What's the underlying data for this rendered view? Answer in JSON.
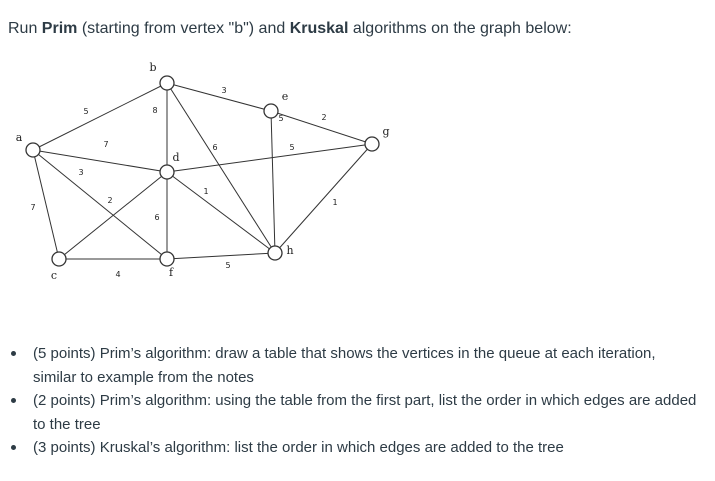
{
  "question": {
    "p1": "Run ",
    "b1": "Prim",
    "p2": " (starting from vertex \"b\") and ",
    "b2": "Kruskal",
    "p3": " algorithms on the graph below:"
  },
  "graph": {
    "vertices": [
      {
        "id": "a",
        "label": "a"
      },
      {
        "id": "b",
        "label": "b"
      },
      {
        "id": "c",
        "label": "c"
      },
      {
        "id": "d",
        "label": "d"
      },
      {
        "id": "e",
        "label": "e"
      },
      {
        "id": "f",
        "label": "f"
      },
      {
        "id": "g",
        "label": "g"
      },
      {
        "id": "h",
        "label": "h"
      }
    ],
    "edges": [
      {
        "from": "a",
        "to": "b",
        "weight": "5"
      },
      {
        "from": "a",
        "to": "d",
        "weight": "7"
      },
      {
        "from": "a",
        "to": "c",
        "weight": "7"
      },
      {
        "from": "a",
        "to": "f",
        "weight": "3"
      },
      {
        "from": "b",
        "to": "d",
        "weight": "8"
      },
      {
        "from": "b",
        "to": "e",
        "weight": "3"
      },
      {
        "from": "b",
        "to": "h",
        "weight": "6"
      },
      {
        "from": "c",
        "to": "d",
        "weight": "2"
      },
      {
        "from": "c",
        "to": "f",
        "weight": "4"
      },
      {
        "from": "d",
        "to": "f",
        "weight": "6"
      },
      {
        "from": "d",
        "to": "g",
        "weight": "5"
      },
      {
        "from": "d",
        "to": "h",
        "weight": "1"
      },
      {
        "from": "e",
        "to": "g",
        "weight": "2"
      },
      {
        "from": "e",
        "to": "h",
        "weight": "5"
      },
      {
        "from": "g",
        "to": "h",
        "weight": "1"
      },
      {
        "from": "f",
        "to": "h",
        "weight": "5"
      }
    ]
  },
  "parts": [
    "(5 points) Prim’s algorithm: draw a table that shows the vertices in the queue at each iteration, similar to example from the notes",
    "(2 points) Prim’s algorithm: using the table from the first part, list the order in which edges are added to the tree",
    "(3 points) Kruskal’s algorithm: list the order in which edges are added to the tree"
  ]
}
